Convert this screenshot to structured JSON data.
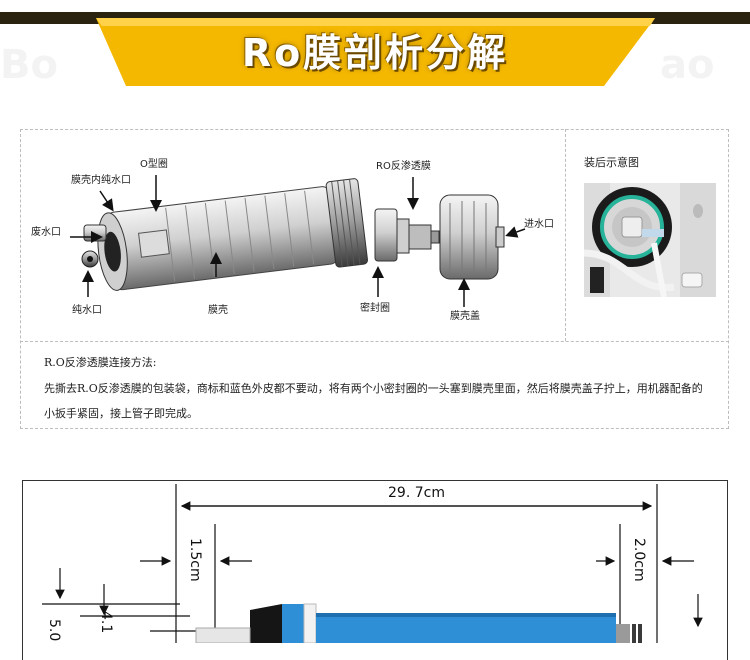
{
  "banner": {
    "title": "Ro膜剖析分解",
    "colors": {
      "gold": "#f5b800",
      "dark_band": "#2a2310",
      "text": "#ffffff"
    }
  },
  "diagram": {
    "labels": {
      "waste_outlet": "废水口",
      "inner_pure_outlet": "膜壳内纯水口",
      "o_ring": "O型圈",
      "ro_membrane": "RO反渗透膜",
      "inlet": "进水口",
      "pure_outlet": "纯水口",
      "housing": "膜壳",
      "seal_ring": "密封圈",
      "housing_cap": "膜壳盖"
    },
    "after_assembly_label": "装后示意图"
  },
  "instructions": {
    "title": "R.O反渗透膜连接方法:",
    "body": "先撕去R.O反渗透膜的包装袋，商标和蓝色外皮都不要动，将有两个小密封圈的一头塞到膜壳里面，然后将膜壳盖子拧上，用机器配备的小扳手紧固，接上管子即完成。"
  },
  "dimensions": {
    "length": "29. 7cm",
    "left_gap": "1.5cm",
    "right_gap": "2.0cm",
    "left_dia": "5.0",
    "inner_dia": "4.1",
    "colors": {
      "membrane_blue": "#2e8fd6",
      "seal_black": "#151515"
    }
  }
}
